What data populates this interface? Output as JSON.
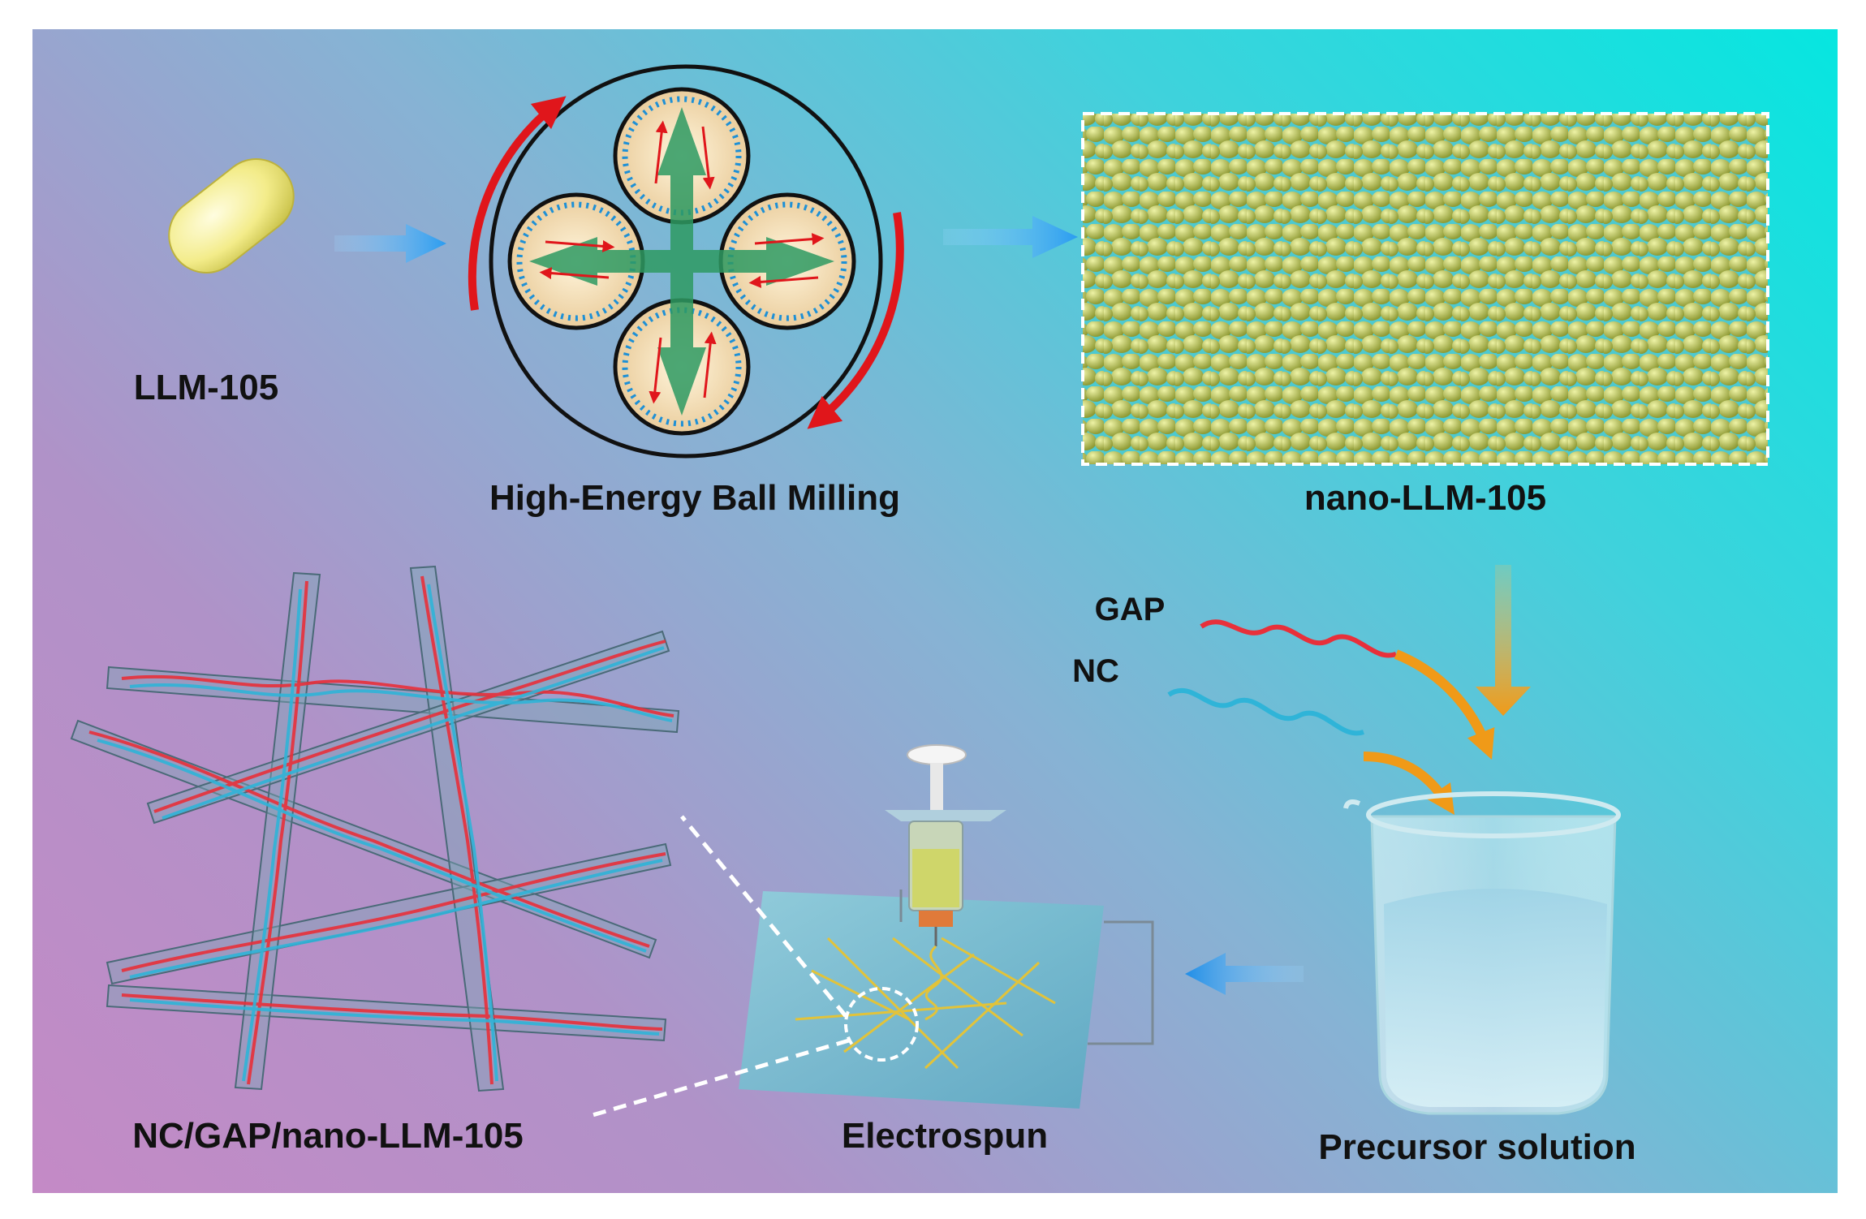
{
  "labels": {
    "llm105": "LLM-105",
    "ball_milling": "High-Energy Ball Milling",
    "nano": "nano-LLM-105",
    "gap": "GAP",
    "nc": "NC",
    "precursor": "Precursor solution",
    "electrospun": "Electrospun",
    "composite": "NC/GAP/nano-LLM-105"
  },
  "colors": {
    "flow_arrow": "#3aa9f0",
    "rotation_arrow": "#e0161b",
    "gap_chain": "#e8303a",
    "nc_chain": "#2fb4d8",
    "particle": "#c9cf6a",
    "down_arrow": "#f0a020"
  }
}
